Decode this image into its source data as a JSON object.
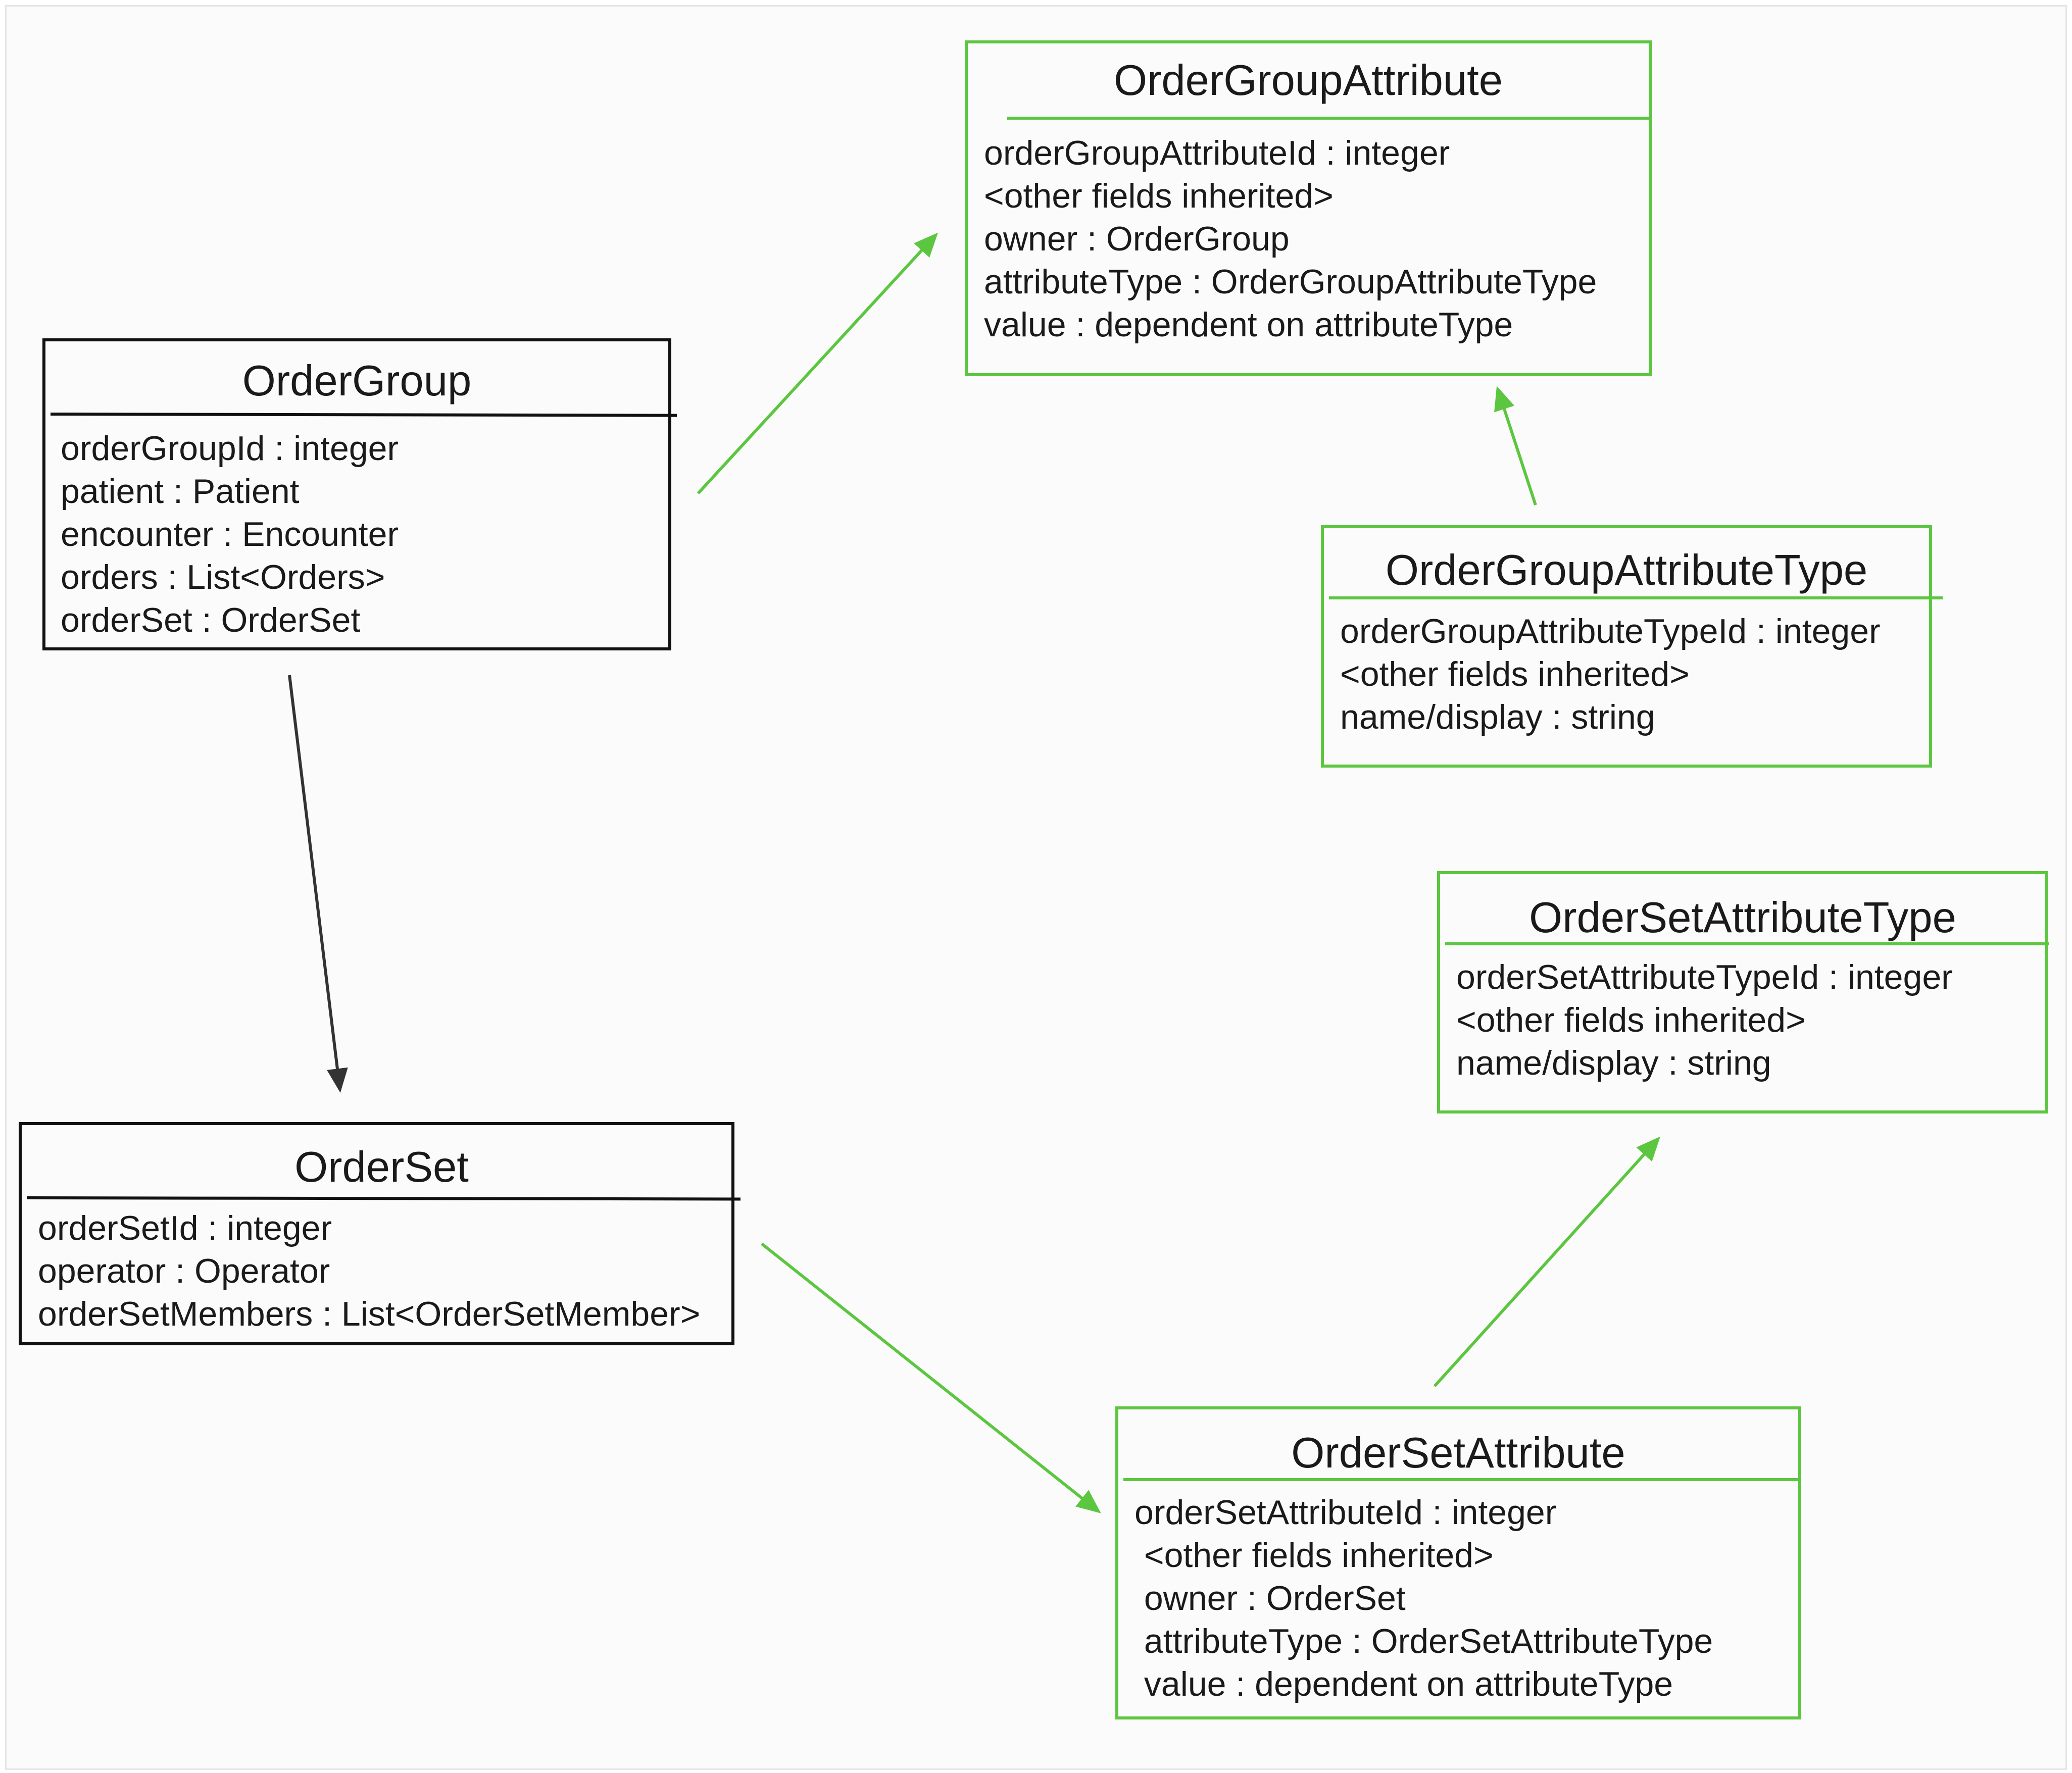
{
  "colors": {
    "black_box": "#111111",
    "green_box": "#5cc640",
    "black_arrow": "#333333",
    "green_arrow": "#5cc640",
    "text": "#1a1a1a",
    "background": "#fbfbfb"
  },
  "classes": {
    "order_group": {
      "name": "OrderGroup",
      "fields": [
        "orderGroupId : integer",
        "patient : Patient",
        "encounter : Encounter",
        "orders : List<Orders>",
        "orderSet : OrderSet"
      ]
    },
    "order_group_attribute": {
      "name": "OrderGroupAttribute",
      "fields": [
        "orderGroupAttributeId : integer",
        "<other fields inherited>",
        "owner : OrderGroup",
        "attributeType : OrderGroupAttributeType",
        "value : dependent on attributeType"
      ]
    },
    "order_group_attribute_type": {
      "name": "OrderGroupAttributeType",
      "fields": [
        "orderGroupAttributeTypeId : integer",
        "<other fields inherited>",
        "name/display : string"
      ]
    },
    "order_set_attribute_type": {
      "name": "OrderSetAttributeType",
      "fields": [
        "orderSetAttributeTypeId : integer",
        "<other fields inherited>",
        "name/display : string"
      ]
    },
    "order_set": {
      "name": "OrderSet",
      "fields": [
        "orderSetId : integer",
        "operator : Operator",
        "orderSetMembers : List<OrderSetMember>"
      ]
    },
    "order_set_attribute": {
      "name": "OrderSetAttribute",
      "fields": [
        "orderSetAttributeId : integer",
        " <other fields inherited>",
        " owner : OrderSet",
        " attributeType : OrderSetAttributeType",
        " value : dependent on attributeType"
      ]
    }
  },
  "relations": [
    {
      "from": "OrderGroup",
      "to": "OrderGroupAttribute",
      "color": "green"
    },
    {
      "from": "OrderGroupAttributeType",
      "to": "OrderGroupAttribute",
      "color": "green"
    },
    {
      "from": "OrderGroup",
      "to": "OrderSet",
      "color": "black"
    },
    {
      "from": "OrderSet",
      "to": "OrderSetAttribute",
      "color": "green"
    },
    {
      "from": "OrderSetAttribute",
      "to": "OrderSetAttributeType",
      "color": "green"
    }
  ]
}
